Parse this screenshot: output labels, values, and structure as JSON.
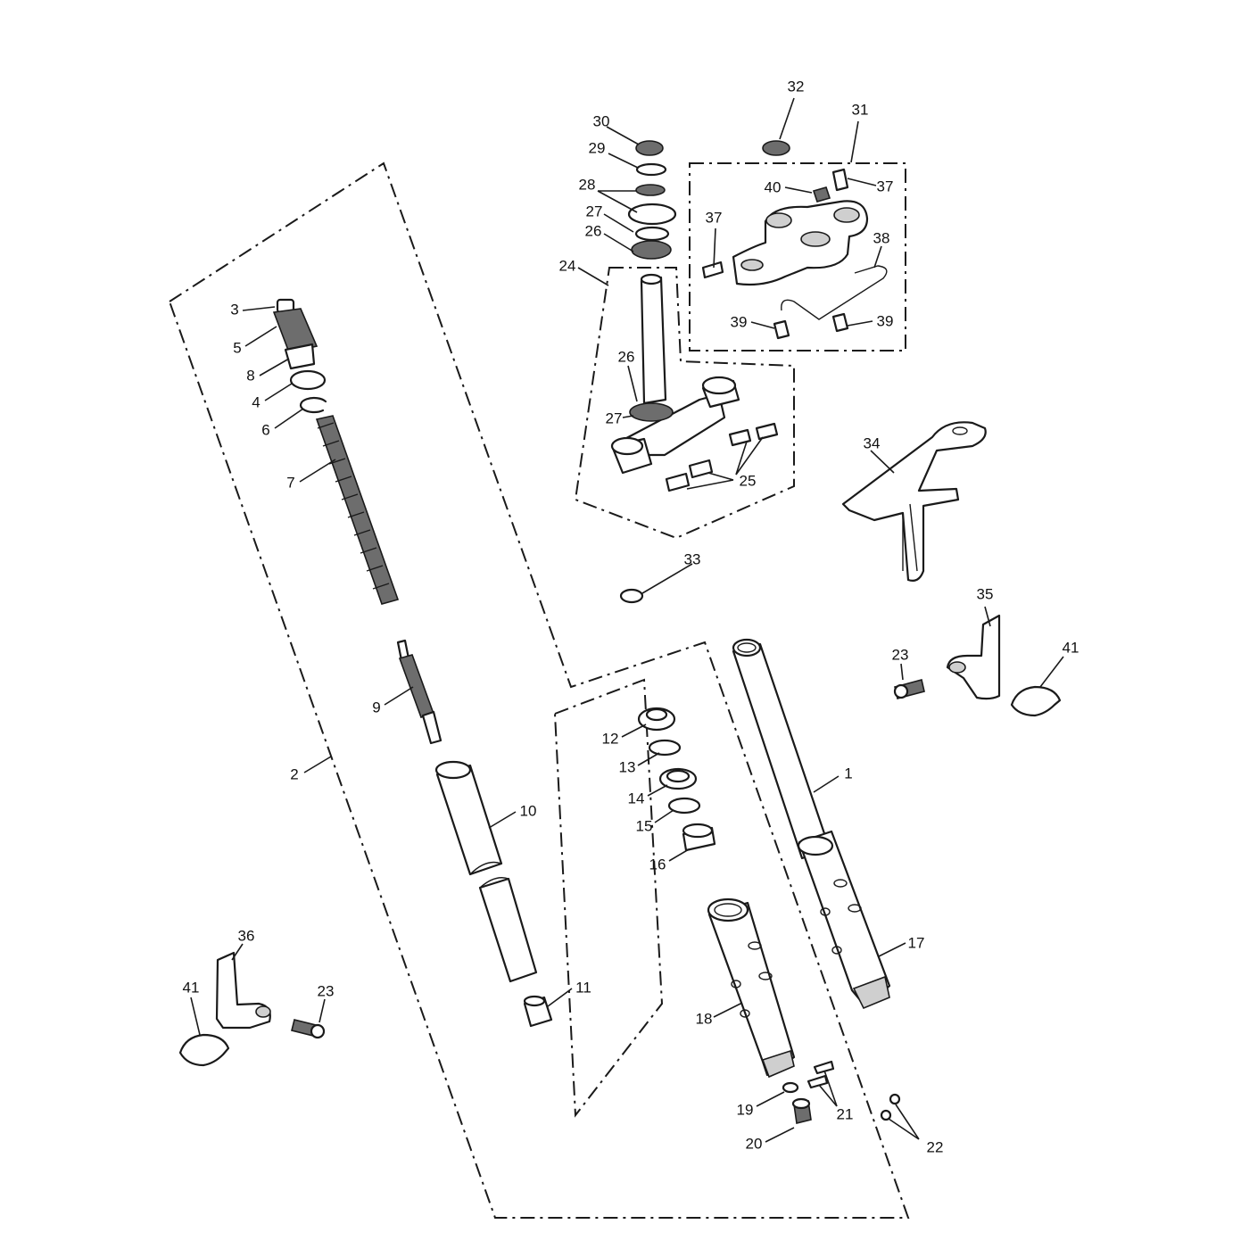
{
  "diagram": {
    "callouts": [
      {
        "id": "c1",
        "label": "1"
      },
      {
        "id": "c2",
        "label": "2"
      },
      {
        "id": "c3",
        "label": "3"
      },
      {
        "id": "c4",
        "label": "4"
      },
      {
        "id": "c5",
        "label": "5"
      },
      {
        "id": "c6",
        "label": "6"
      },
      {
        "id": "c7",
        "label": "7"
      },
      {
        "id": "c8",
        "label": "8"
      },
      {
        "id": "c9",
        "label": "9"
      },
      {
        "id": "c10",
        "label": "10"
      },
      {
        "id": "c11",
        "label": "11"
      },
      {
        "id": "c12",
        "label": "12"
      },
      {
        "id": "c13",
        "label": "13"
      },
      {
        "id": "c14",
        "label": "14"
      },
      {
        "id": "c15",
        "label": "15"
      },
      {
        "id": "c16",
        "label": "16"
      },
      {
        "id": "c17",
        "label": "17"
      },
      {
        "id": "c18",
        "label": "18"
      },
      {
        "id": "c19",
        "label": "19"
      },
      {
        "id": "c20",
        "label": "20"
      },
      {
        "id": "c21",
        "label": "21"
      },
      {
        "id": "c22",
        "label": "22"
      },
      {
        "id": "c23a",
        "label": "23"
      },
      {
        "id": "c23b",
        "label": "23"
      },
      {
        "id": "c24",
        "label": "24"
      },
      {
        "id": "c25a",
        "label": "25"
      },
      {
        "id": "c25b",
        "label": "25"
      },
      {
        "id": "c26a",
        "label": "26"
      },
      {
        "id": "c26b",
        "label": "26"
      },
      {
        "id": "c27a",
        "label": "27"
      },
      {
        "id": "c27b",
        "label": "27"
      },
      {
        "id": "c28",
        "label": "28"
      },
      {
        "id": "c29",
        "label": "29"
      },
      {
        "id": "c30",
        "label": "30"
      },
      {
        "id": "c31",
        "label": "31"
      },
      {
        "id": "c32",
        "label": "32"
      },
      {
        "id": "c33",
        "label": "33"
      },
      {
        "id": "c34",
        "label": "34"
      },
      {
        "id": "c35",
        "label": "35"
      },
      {
        "id": "c36",
        "label": "36"
      },
      {
        "id": "c37a",
        "label": "37"
      },
      {
        "id": "c37b",
        "label": "37"
      },
      {
        "id": "c38",
        "label": "38"
      },
      {
        "id": "c39a",
        "label": "39"
      },
      {
        "id": "c39b",
        "label": "39"
      },
      {
        "id": "c40",
        "label": "40"
      },
      {
        "id": "c41a",
        "label": "41"
      },
      {
        "id": "c41b",
        "label": "41"
      }
    ]
  }
}
